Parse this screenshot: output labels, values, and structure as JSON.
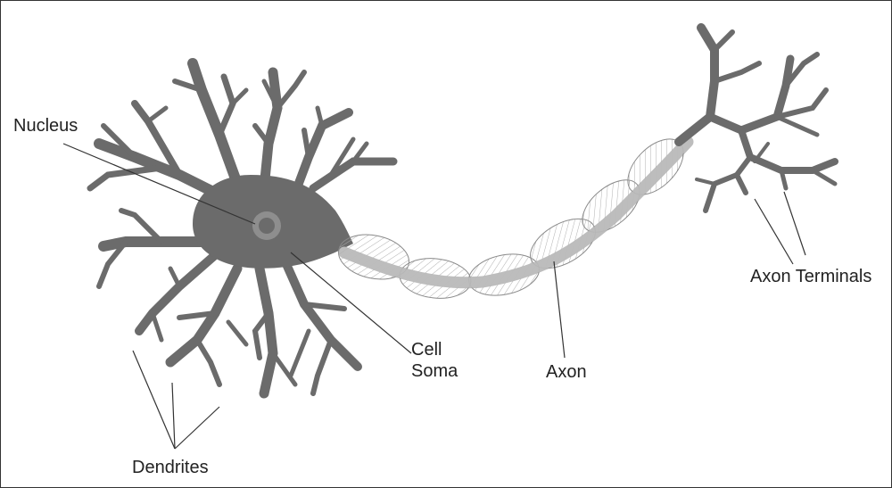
{
  "labels": {
    "nucleus": "Nucleus",
    "cell_soma_line1": "Cell",
    "cell_soma_line2": "Soma",
    "axon": "Axon",
    "axon_terminals": "Axon Terminals",
    "dendrites": "Dendrites"
  },
  "colors": {
    "cell_body": "#6b6b6b",
    "axon_core": "#bdbdbd",
    "myelin_fill": "#f4f4f4",
    "myelin_outline": "#8a8a8a",
    "leader_line": "#333333",
    "frame": "#333333"
  }
}
